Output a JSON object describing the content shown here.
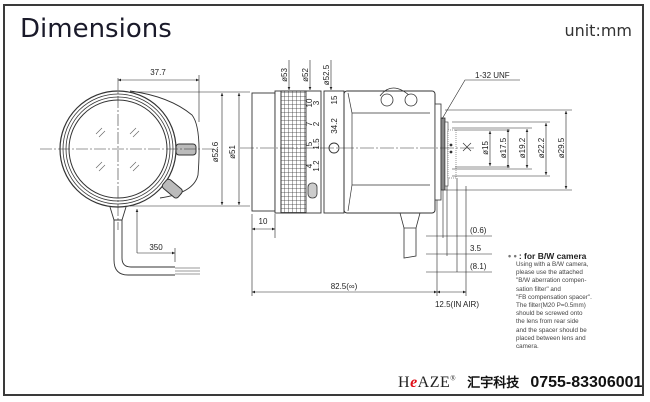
{
  "header": {
    "title": "Dimensions",
    "unit": "unit:mm"
  },
  "front_view": {
    "width_label": "37.7",
    "diameter_outer": "ø52.6",
    "diameter_inner": "ø51",
    "cable_length": "350"
  },
  "side_view": {
    "ring_diameters": [
      "ø53",
      "ø52",
      "ø52.5"
    ],
    "aperture_scale": [
      "10",
      "3",
      "7",
      "2",
      "5",
      "1.5",
      "4",
      "1.2"
    ],
    "focal_scale": [
      "15",
      "34.2"
    ],
    "front_length": "10",
    "total_length": "82.5(∞)",
    "flange_back": "12.5(IN AIR)",
    "thread": "1-32 UNF",
    "rear_diameters": [
      "ø15",
      "ø17.5",
      "ø19.2",
      "ø22.2",
      "ø29.5"
    ],
    "rear_offsets": [
      "(0.6)",
      "3.5",
      "(8.1)"
    ]
  },
  "note": {
    "marker": "• •",
    "heading": ": for B/W camera",
    "lines": [
      "Using with a B/W camera,",
      "please use the attached",
      "\"B/W aberration compen-",
      "sation filter\" and",
      "\"FB compensation spacer\".",
      "The filter(M20 P=0.5mm)",
      "should be screwed onto",
      "the lens from rear side",
      "and the spacer should be",
      "placed between lens and",
      "camera."
    ]
  },
  "brand": {
    "logo_h": "H",
    "logo_e": "e",
    "logo_rest": "AZE",
    "logo_mark": "®",
    "name_cn": "汇宇科技",
    "phone": "0755-83306001",
    "accent": "#e0101a"
  }
}
